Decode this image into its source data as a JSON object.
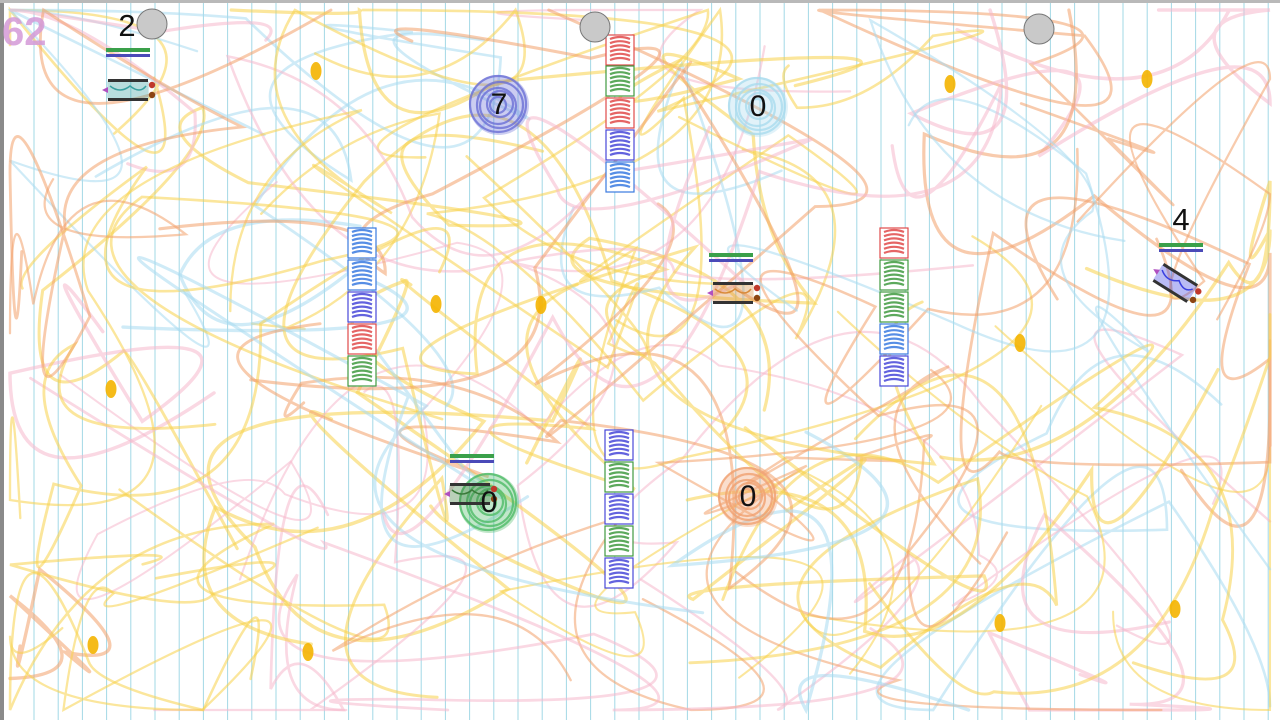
{
  "hud": {
    "timer": "62"
  },
  "players": [
    {
      "id": "p1",
      "score": "2",
      "color": "#3a3fb8"
    },
    {
      "id": "p2",
      "score": "",
      "color": "#d98a3a"
    },
    {
      "id": "p3",
      "score": "",
      "color": "#3a7a3a"
    },
    {
      "id": "p4",
      "score": "4",
      "color": "#3a3fe0"
    }
  ],
  "bases": [
    {
      "id": "blue-base",
      "value": "7",
      "color": "#6a6fd6"
    },
    {
      "id": "lightblue-base",
      "value": "0",
      "color": "#a9dbee"
    },
    {
      "id": "green-base",
      "value": "0",
      "color": "#4dbb66"
    },
    {
      "id": "orange-base",
      "value": "0",
      "color": "#f0a070"
    }
  ],
  "palette": {
    "scribble_yellow": "#f7d14a",
    "scribble_orange": "#f2a06a",
    "scribble_lightblue": "#a8daf0",
    "scribble_pink": "#f5b8cc",
    "grid_line": "#8ccfe0",
    "block_red": "#e04a4a",
    "block_green": "#3f9a3f",
    "block_blue": "#3a7ae0",
    "block_indigo": "#4848d8",
    "coin": "#f4b400"
  }
}
